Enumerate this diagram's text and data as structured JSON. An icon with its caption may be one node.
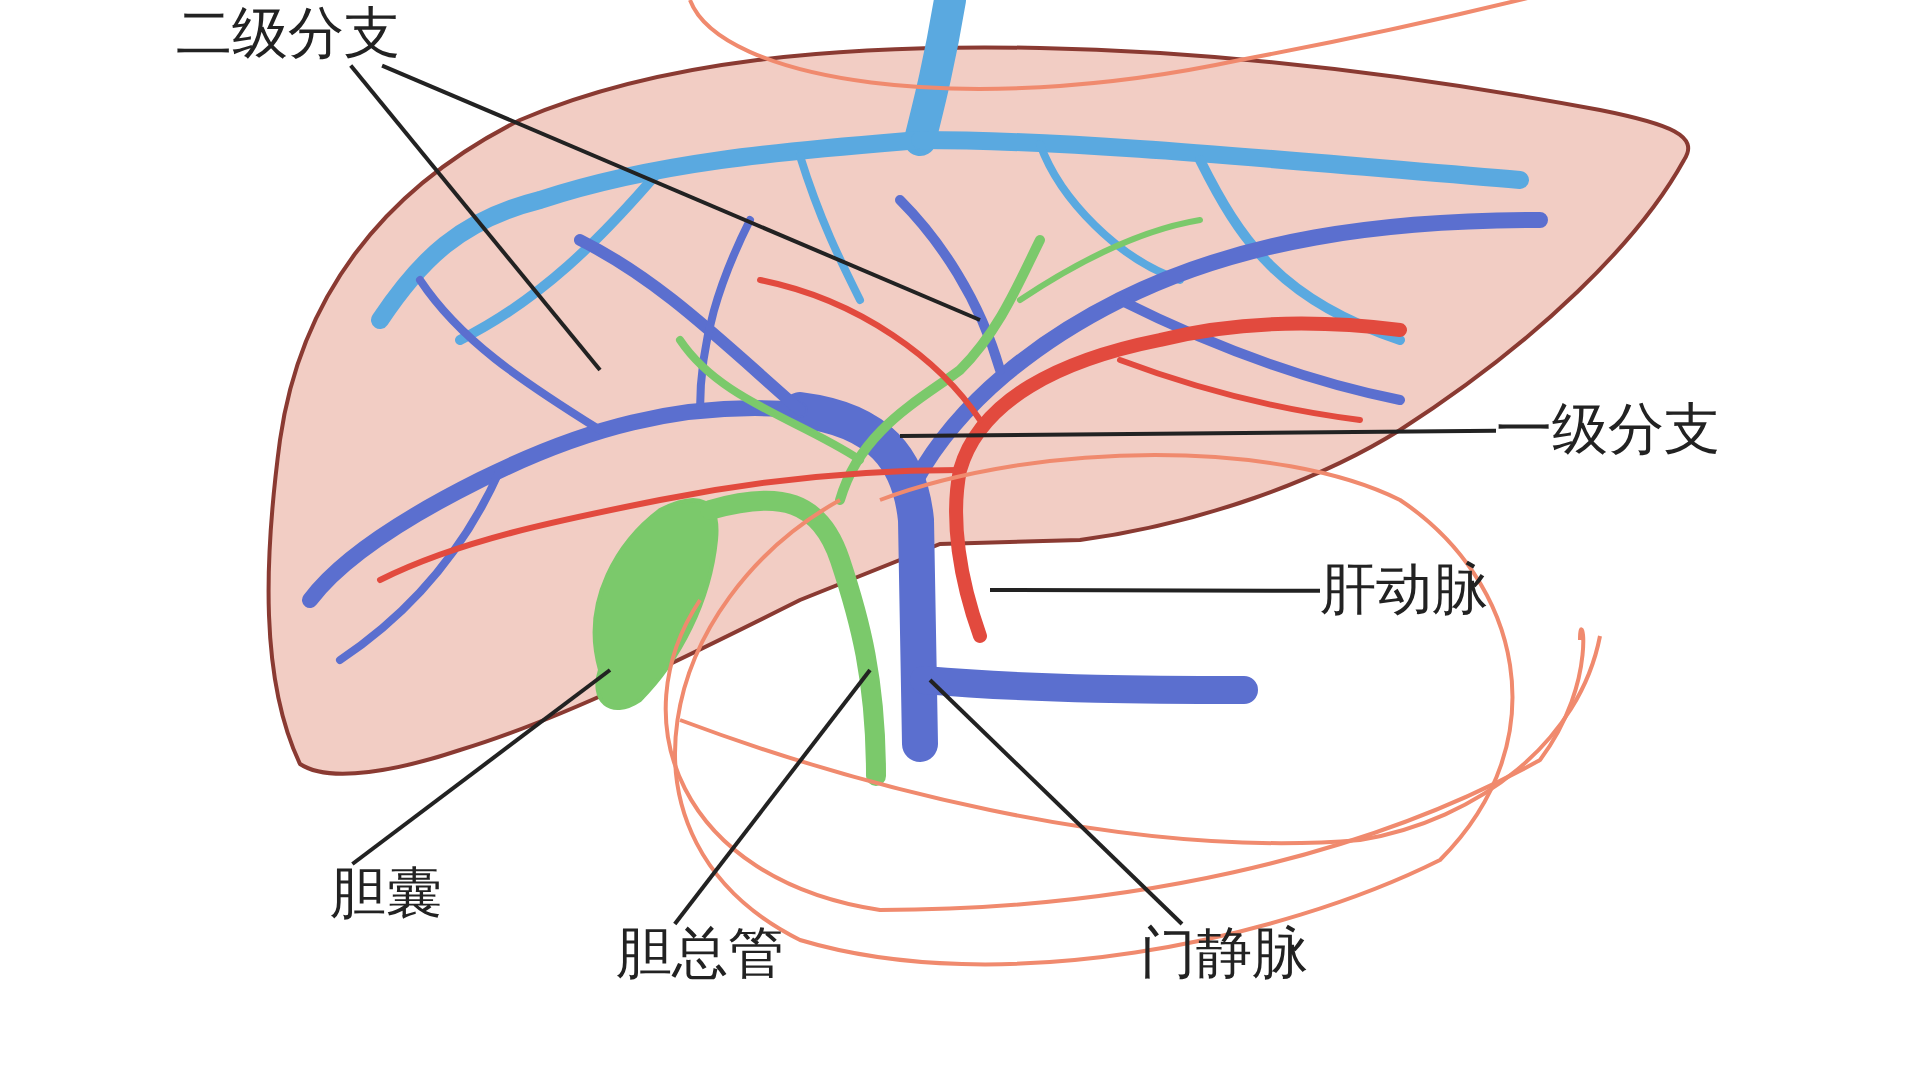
{
  "diagram": {
    "nodes": [
      {
        "text": [
          "二级分支"
        ]
      },
      {
        "text": [
          "一级分支"
        ]
      },
      {
        "text": [
          "肝动脉"
        ]
      },
      {
        "text": [
          "胆囊"
        ]
      },
      {
        "text": [
          "胆总管"
        ]
      },
      {
        "text": [
          "门静脉"
        ]
      }
    ],
    "edges": [
      {
        "from": 0,
        "to": null,
        "arrow": "none"
      },
      {
        "from": 0,
        "to": null,
        "arrow": "none"
      },
      {
        "from": 1,
        "to": null,
        "arrow": "none"
      },
      {
        "from": 2,
        "to": null,
        "arrow": "none"
      },
      {
        "from": 3,
        "to": null,
        "arrow": "none"
      },
      {
        "from": 4,
        "to": null,
        "arrow": "none"
      },
      {
        "from": 5,
        "to": null,
        "arrow": "none"
      }
    ]
  }
}
